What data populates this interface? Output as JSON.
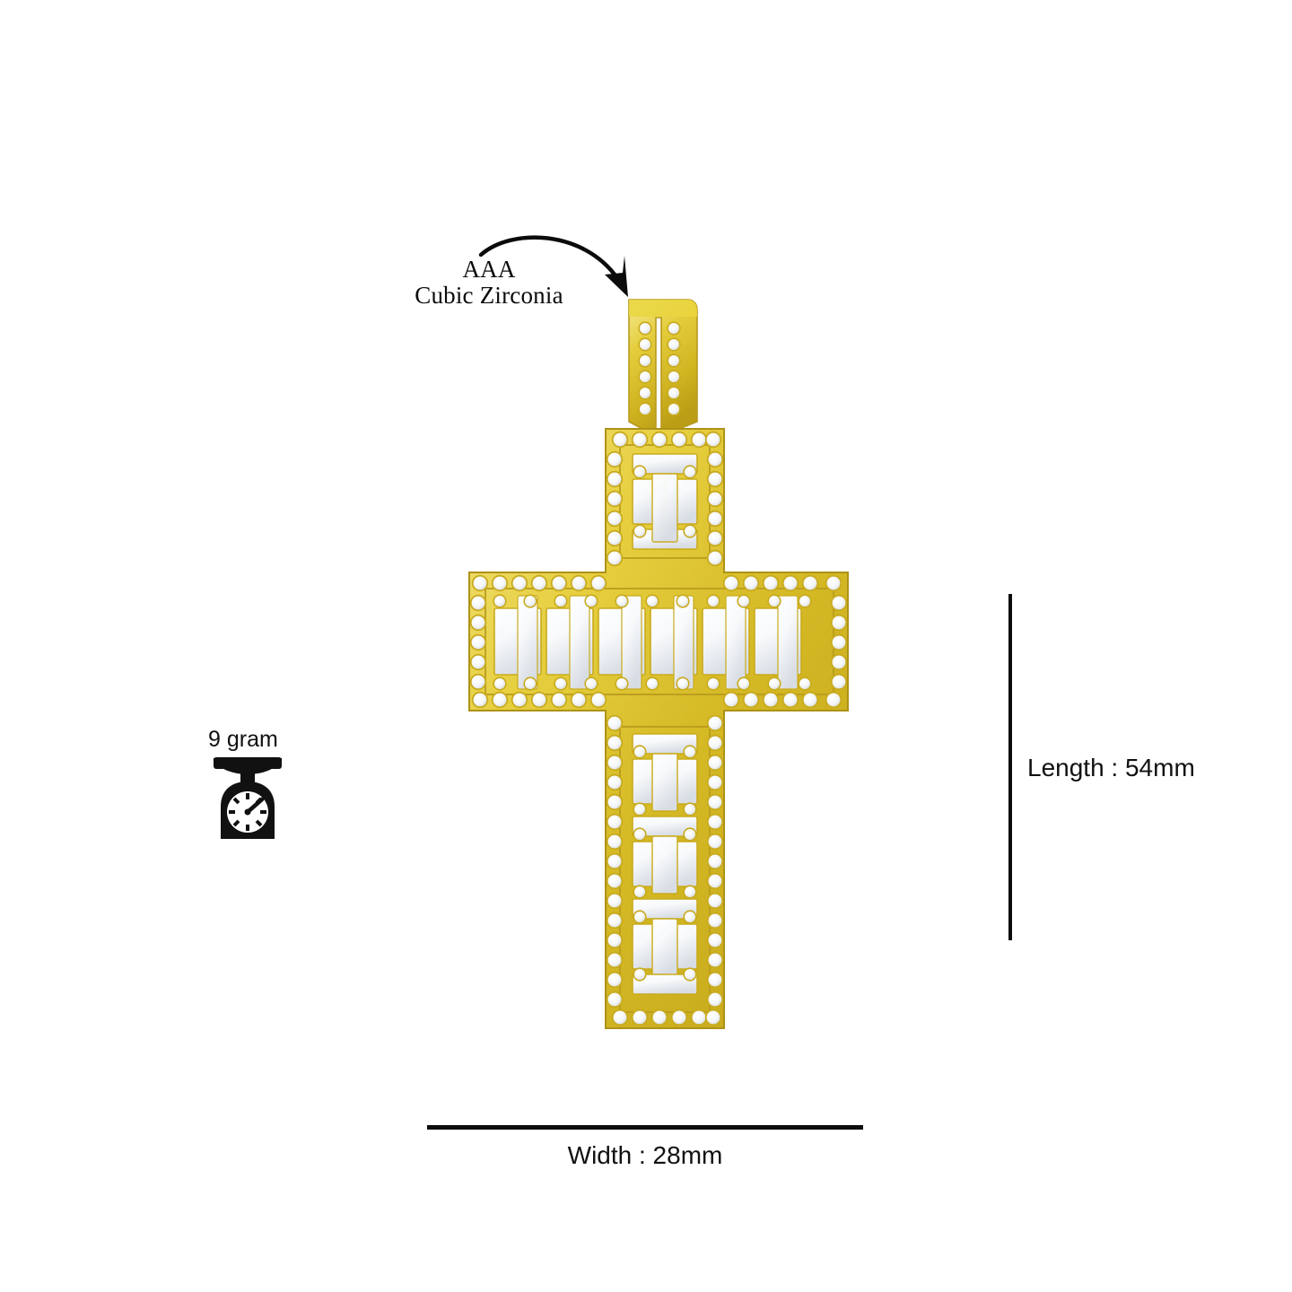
{
  "page": {
    "background_color": "#ffffff",
    "title": "Gold CZ Baguette Cross Pendant Specification"
  },
  "annotations": {
    "material": {
      "line1": "AAA",
      "line2": "Cubic Zirconia",
      "arrow": "curved-arrow-icon",
      "points_to": "pendant-bail"
    },
    "weight": {
      "value": "9 gram",
      "icon": "weighing-scale-icon"
    },
    "length": {
      "label": "Length : 54mm"
    },
    "width": {
      "label": "Width : 28mm"
    }
  },
  "product": {
    "name": "cross-pendant",
    "metal_color": "#e3c938",
    "metal_color_dark": "#b79a1f",
    "metal_color_light": "#f5e98b",
    "stone_color": "#fdfdfd",
    "stone_shadow": "#cfd3da",
    "bail": {
      "name": "pendant-bail",
      "stone_rows": 2,
      "stone_type": "round-pave"
    },
    "body": {
      "center_stone_type": "baguette",
      "border_stone_type": "round-pave"
    }
  }
}
